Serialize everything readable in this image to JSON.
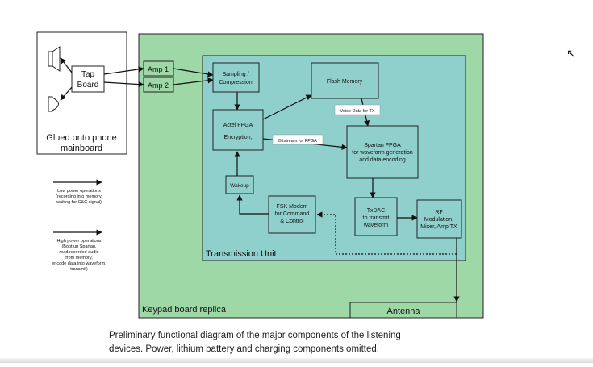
{
  "diagram": {
    "phone_box": {
      "label_line1": "Glued onto phone",
      "label_line2": "mainboard",
      "tap_board_line1": "Tap",
      "tap_board_line2": "Board"
    },
    "amps": {
      "amp1": "Amp 1",
      "amp2": "Amp 2"
    },
    "outer_label": "Keypad board replica",
    "transmission_label": "Transmission Unit",
    "blocks": {
      "sampling": [
        "Sampling /",
        "Compression"
      ],
      "flash": [
        "Flash Memory"
      ],
      "actel": [
        "Actel FPGA",
        "Encryption,"
      ],
      "spartan": [
        "Spartan FPGA",
        "for waveform generation",
        "and data encoding"
      ],
      "wakeup": [
        "Wakeup"
      ],
      "fsk": [
        "FSK Modem",
        "for Command",
        "& Control"
      ],
      "txdac": [
        "TxDAC",
        "to transmit",
        "waveform"
      ],
      "rf": [
        "RF",
        "Modulation,",
        "Mixer, Amp TX"
      ],
      "antenna": [
        "Antenna"
      ]
    },
    "edge_labels": {
      "voice_data": "Voice Data for TX",
      "bitstream": "Bitstream for FPGA"
    },
    "legend": {
      "low_power": [
        "Low power operations",
        "(recording into memory,",
        "waiting for C&C signal)"
      ],
      "high_power": [
        "High power operations",
        "(Boot up Spartan,",
        "read recorded audio",
        "from memory,",
        "encode data into waveform,",
        "transmit)"
      ]
    },
    "colors": {
      "green": "#9ed8a6",
      "teal": "#8fd0cd"
    }
  },
  "caption": {
    "line1": "Preliminary functional diagram of the major components of the listening",
    "line2": "devices. Power, lithium battery and charging components omitted."
  }
}
